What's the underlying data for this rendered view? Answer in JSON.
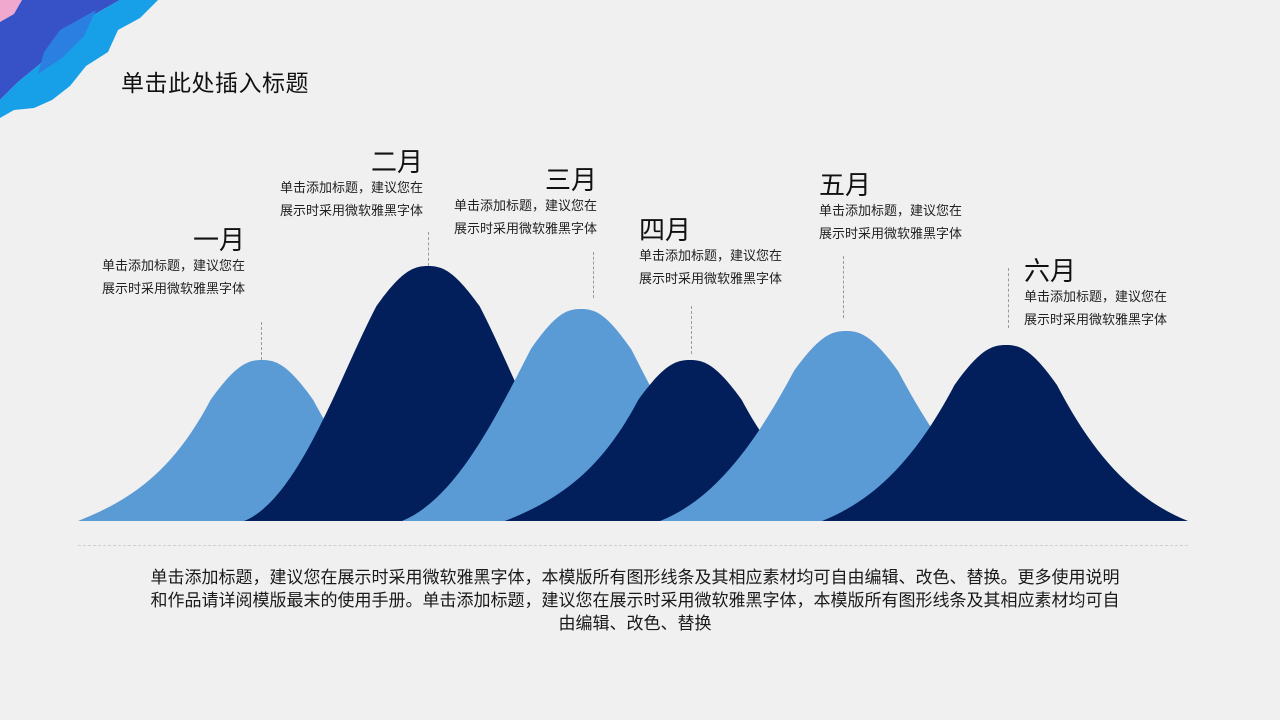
{
  "title": "单击此处插入标题",
  "colors": {
    "light": "#5b9bd5",
    "dark": "#021f5b",
    "background": "#f0f0f0"
  },
  "months": [
    {
      "month": "一月",
      "line1": "单击添加标题，建议您在",
      "line2": "展示时采用微软雅黑字体",
      "tone": "light"
    },
    {
      "month": "二月",
      "line1": "单击添加标题，建议您在",
      "line2": "展示时采用微软雅黑字体",
      "tone": "dark"
    },
    {
      "month": "三月",
      "line1": "单击添加标题，建议您在",
      "line2": "展示时采用微软雅黑字体",
      "tone": "light"
    },
    {
      "month": "四月",
      "line1": "单击添加标题，建议您在",
      "line2": "展示时采用微软雅黑字体",
      "tone": "dark"
    },
    {
      "month": "五月",
      "line1": "单击添加标题，建议您在",
      "line2": "展示时采用微软雅黑字体",
      "tone": "light"
    },
    {
      "month": "六月",
      "line1": "单击添加标题，建议您在",
      "line2": "展示时采用微软雅黑字体",
      "tone": "dark"
    }
  ],
  "body_lines": [
    "单击添加标题，建议您在展示时采用微软雅黑字体，本模版所有图形线条及其相应素材均可自由编辑、改色、替换。更多使用说明",
    "和作品请详阅模版最末的使用手册。单击添加标题，建议您在展示时采用微软雅黑字体，本模版所有图形线条及其相应素材均可自",
    "由编辑、改色、替换"
  ]
}
